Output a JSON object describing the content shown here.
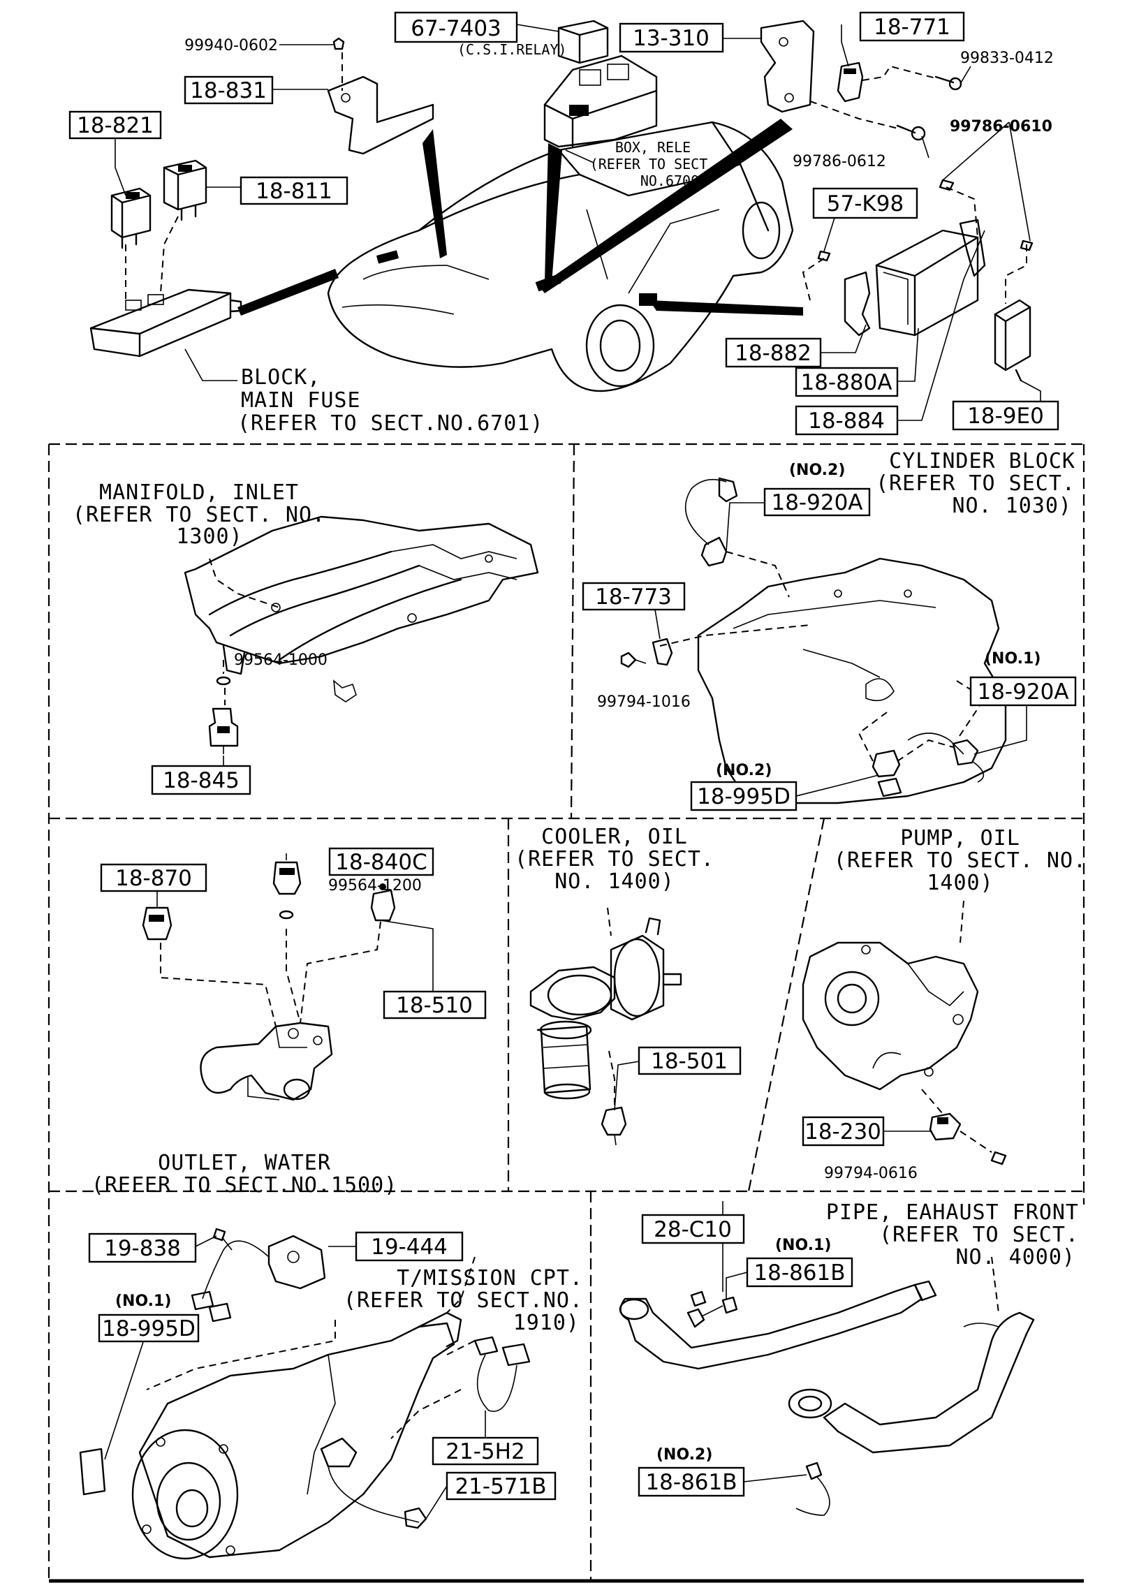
{
  "boxes": {
    "b_67_7403": "67-7403",
    "b_13_310": "13-310",
    "b_18_771": "18-771",
    "b_18_831": "18-831",
    "b_18_821": "18-821",
    "b_18_811": "18-811",
    "b_57_K98": "57-K98",
    "b_18_882": "18-882",
    "b_18_880A": "18-880A",
    "b_18_884": "18-884",
    "b_18_9E0": "18-9E0",
    "b_18_920A_no2": "18-920A",
    "b_18_773": "18-773",
    "b_18_920A_no1": "18-920A",
    "b_18_995D": "18-995D",
    "b_18_845": "18-845",
    "b_18_870": "18-870",
    "b_18_840C": "18-840C",
    "b_18_510": "18-510",
    "b_18_501": "18-501",
    "b_18_230": "18-230",
    "b_19_838": "19-838",
    "b_19_444": "19-444",
    "b_18_995D_no1": "18-995D",
    "b_28_C10": "28-C10",
    "b_18_861B_no1": "18-861B",
    "b_18_861B_no2": "18-861B",
    "b_21_5H2": "21-5H2",
    "b_21_571B": "21-571B"
  },
  "numbers": {
    "n_99940_0602": "99940-0602",
    "n_99833_0412": "99833-0412",
    "n_99786_0612": "99786-0612",
    "n_99786_0610": "99786-0610",
    "n_99564_1000": "99564-1000",
    "n_99794_1016": "99794-1016",
    "n_99564_1200": "99564-1200",
    "n_99794_0616": "99794-0616"
  },
  "tags": {
    "csi_relay": "(C.S.I.RELAY)",
    "no2_a": "(NO.2)",
    "no1_a": "(NO.1)",
    "no2_b": "(NO.2)",
    "no1_b": "(NO.1)",
    "no1_c": "(NO.1)",
    "no2_c": "(NO.2)"
  },
  "notes": {
    "box_rele": [
      "BOX, RELE",
      "(REFER TO SECT.",
      "NO.6700)"
    ],
    "main_fuse": [
      "BLOCK,",
      "MAIN FUSE",
      "(REFER TO SECT.NO.6701)"
    ],
    "manifold": [
      "MANIFOLD, INLET",
      "(REFER TO SECT. NO.",
      "1300)"
    ],
    "cylinder": [
      "CYLINDER BLOCK",
      "(REFER TO SECT.",
      "NO. 1030)"
    ],
    "cooler": [
      "COOLER, OIL",
      "(REFER TO SECT.",
      "NO. 1400)"
    ],
    "pump": [
      "PUMP, OIL",
      "(REFER TO SECT. NO.",
      "1400)"
    ],
    "outlet": [
      "OUTLET, WATER",
      "(REFER TO SECT.NO.1500)"
    ],
    "tmission": [
      "T/MISSION CPT.",
      "(REFER TO SECT.NO.",
      "1910)"
    ],
    "pipe": [
      "PIPE, EAHAUST FRONT",
      "(REFER TO SECT.",
      "NO. 4000)"
    ]
  }
}
